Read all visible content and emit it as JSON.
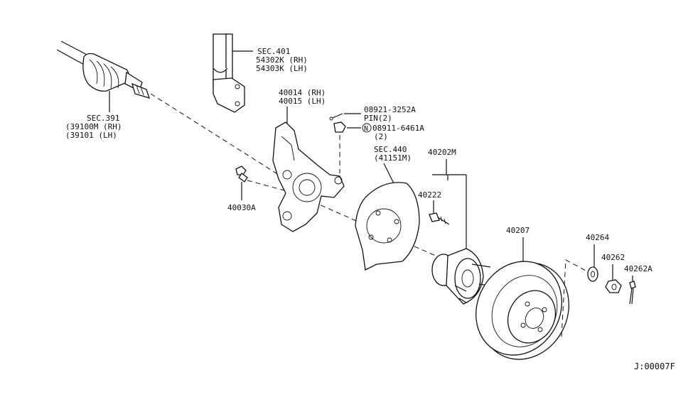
{
  "labels": {
    "sec391": [
      "SEC.391",
      "(39100M (RH)",
      "(39101   (LH)"
    ],
    "sec401": [
      "SEC.401",
      "54302K (RH)",
      "54303K (LH)"
    ],
    "knuckle": [
      "40014 (RH)",
      "40015 (LH)"
    ],
    "pin": [
      "08921-3252A",
      "PIN(2)"
    ],
    "nut": [
      "08911-6461A",
      "(2)"
    ],
    "nut_marker": "N",
    "sec440": [
      "SEC.440",
      "(41151M)"
    ],
    "hub": "40202M",
    "hub_bolt": "40222",
    "bolt": "40030A",
    "rotor": "40207",
    "washer": "40264",
    "lock_nut": "40262",
    "cotter_pin": "40262A",
    "drawing_id": "J:00007F"
  }
}
